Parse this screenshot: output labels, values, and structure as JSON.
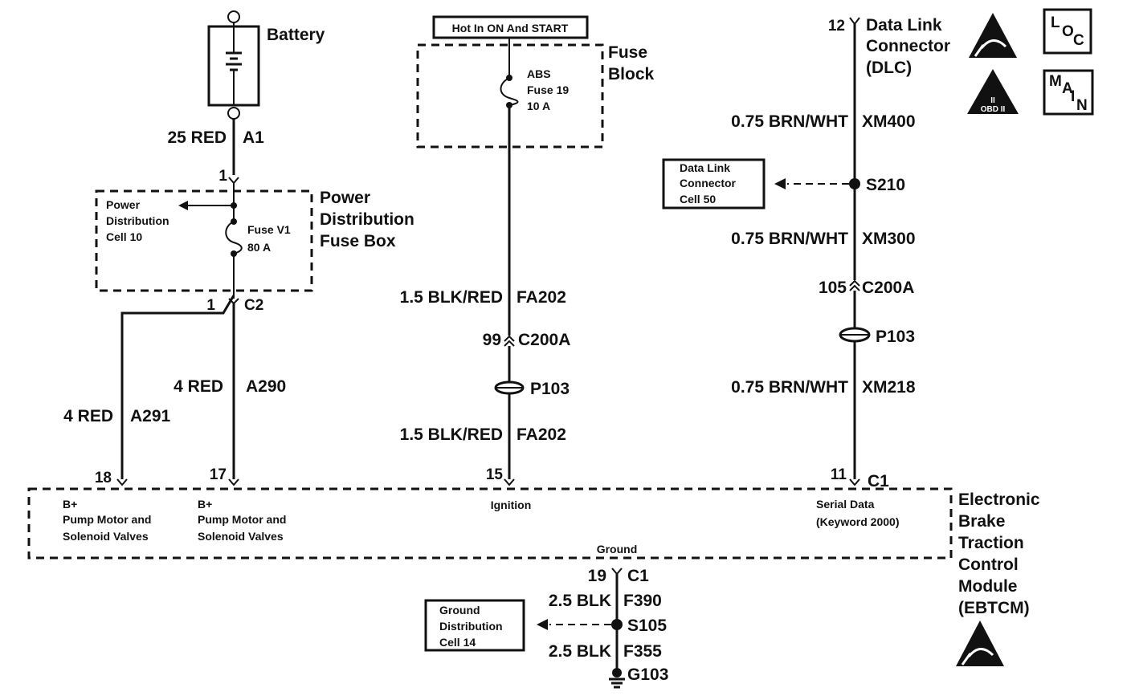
{
  "battery": {
    "label": "Battery",
    "wire": "25 RED",
    "circuit": "A1"
  },
  "power_dist": {
    "pin_in": "1",
    "title": [
      "Power",
      "Distribution",
      "Fuse Box"
    ],
    "ref": [
      "Power",
      "Distribution",
      "Cell 10"
    ],
    "fuse": [
      "Fuse V1",
      "80 A"
    ],
    "pin_out": "1",
    "connector": "C2"
  },
  "left_wires": {
    "a291": {
      "wire": "4 RED",
      "circuit": "A291",
      "pin": "18"
    },
    "a290": {
      "wire": "4 RED",
      "circuit": "A290",
      "pin": "17"
    }
  },
  "fuse_block": {
    "hot_label": "Hot In ON And START",
    "title": [
      "Fuse",
      "Block"
    ],
    "fuse": [
      "ABS",
      "Fuse 19",
      "10 A"
    ]
  },
  "ignition_wire": {
    "upper_wire": "1.5 BLK/RED",
    "upper_circuit": "FA202",
    "conn_pin": "99",
    "connector": "C200A",
    "passthru": "P103",
    "lower_wire": "1.5 BLK/RED",
    "lower_circuit": "FA202",
    "pin": "15"
  },
  "dlc": {
    "pin": "12",
    "title": [
      "Data Link",
      "Connector",
      "(DLC)"
    ],
    "wire1": "0.75 BRN/WHT",
    "circuit1": "XM400",
    "ref": [
      "Data Link",
      "Connector",
      "Cell 50"
    ],
    "splice": "S210",
    "wire2": "0.75 BRN/WHT",
    "circuit2": "XM300",
    "conn_pin": "105",
    "connector": "C200A",
    "passthru": "P103",
    "wire3": "0.75 BRN/WHT",
    "circuit3": "XM218",
    "module_pin": "11",
    "module_conn": "C1"
  },
  "module": {
    "title": [
      "Electronic",
      "Brake",
      "Traction",
      "Control",
      "Module",
      "(EBTCM)"
    ],
    "pin18": [
      "B+",
      "Pump Motor and",
      "Solenoid Valves"
    ],
    "pin17": [
      "B+",
      "Pump Motor  and",
      "Solenoid Valves"
    ],
    "ignition": "Ignition",
    "serial": [
      "Serial Data",
      "(Keyword 2000)"
    ],
    "ground": "Ground"
  },
  "ground_circuit": {
    "pin": "19",
    "connector": "C1",
    "wire1": "2.5 BLK",
    "circuit1": "F390",
    "ref": [
      "Ground",
      "Distribution",
      "Cell 14"
    ],
    "splice": "S105",
    "wire2": "2.5 BLK",
    "circuit2": "F355",
    "ground": "G103"
  },
  "icons": {
    "loc": [
      "L",
      "O",
      "C"
    ],
    "main": [
      "M",
      "A",
      "I",
      "N"
    ],
    "obd": [
      "II",
      "OBD II"
    ]
  }
}
